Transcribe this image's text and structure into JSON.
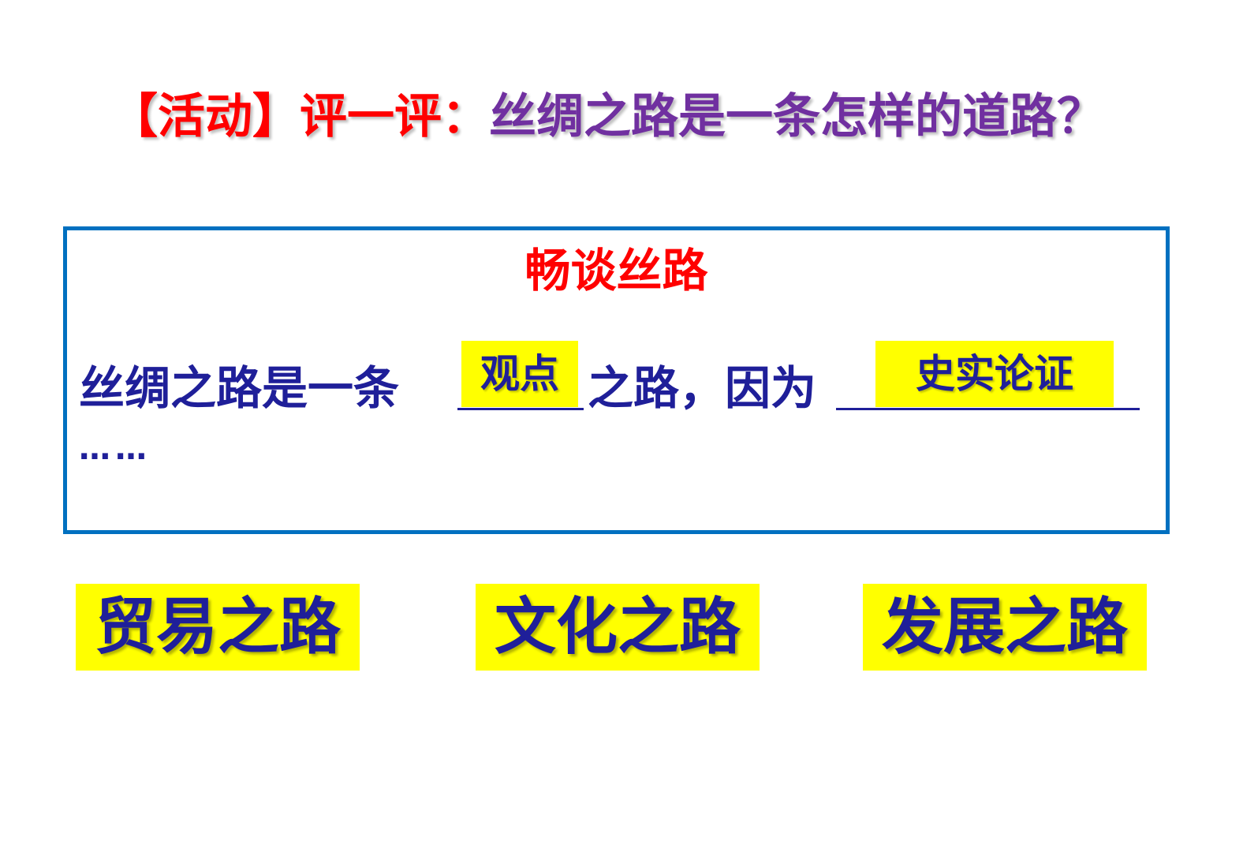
{
  "title": {
    "prefix": "【活动】评一评：",
    "question": "丝绸之路是一条怎样的道路？"
  },
  "panel": {
    "heading": "畅谈丝路",
    "sentence_start": "丝绸之路是一条",
    "sentence_middle": "之路，因为",
    "highlight_viewpoint": "观点",
    "highlight_evidence": "史实论证",
    "ellipsis": "……"
  },
  "options": [
    "贸易之路",
    "文化之路",
    "发展之路"
  ],
  "colors": {
    "title_red": "#ff0000",
    "title_purple": "#7030a0",
    "panel_border": "#0070c0",
    "text_navy": "#1f1f99",
    "highlight_yellow": "#ffff00"
  }
}
